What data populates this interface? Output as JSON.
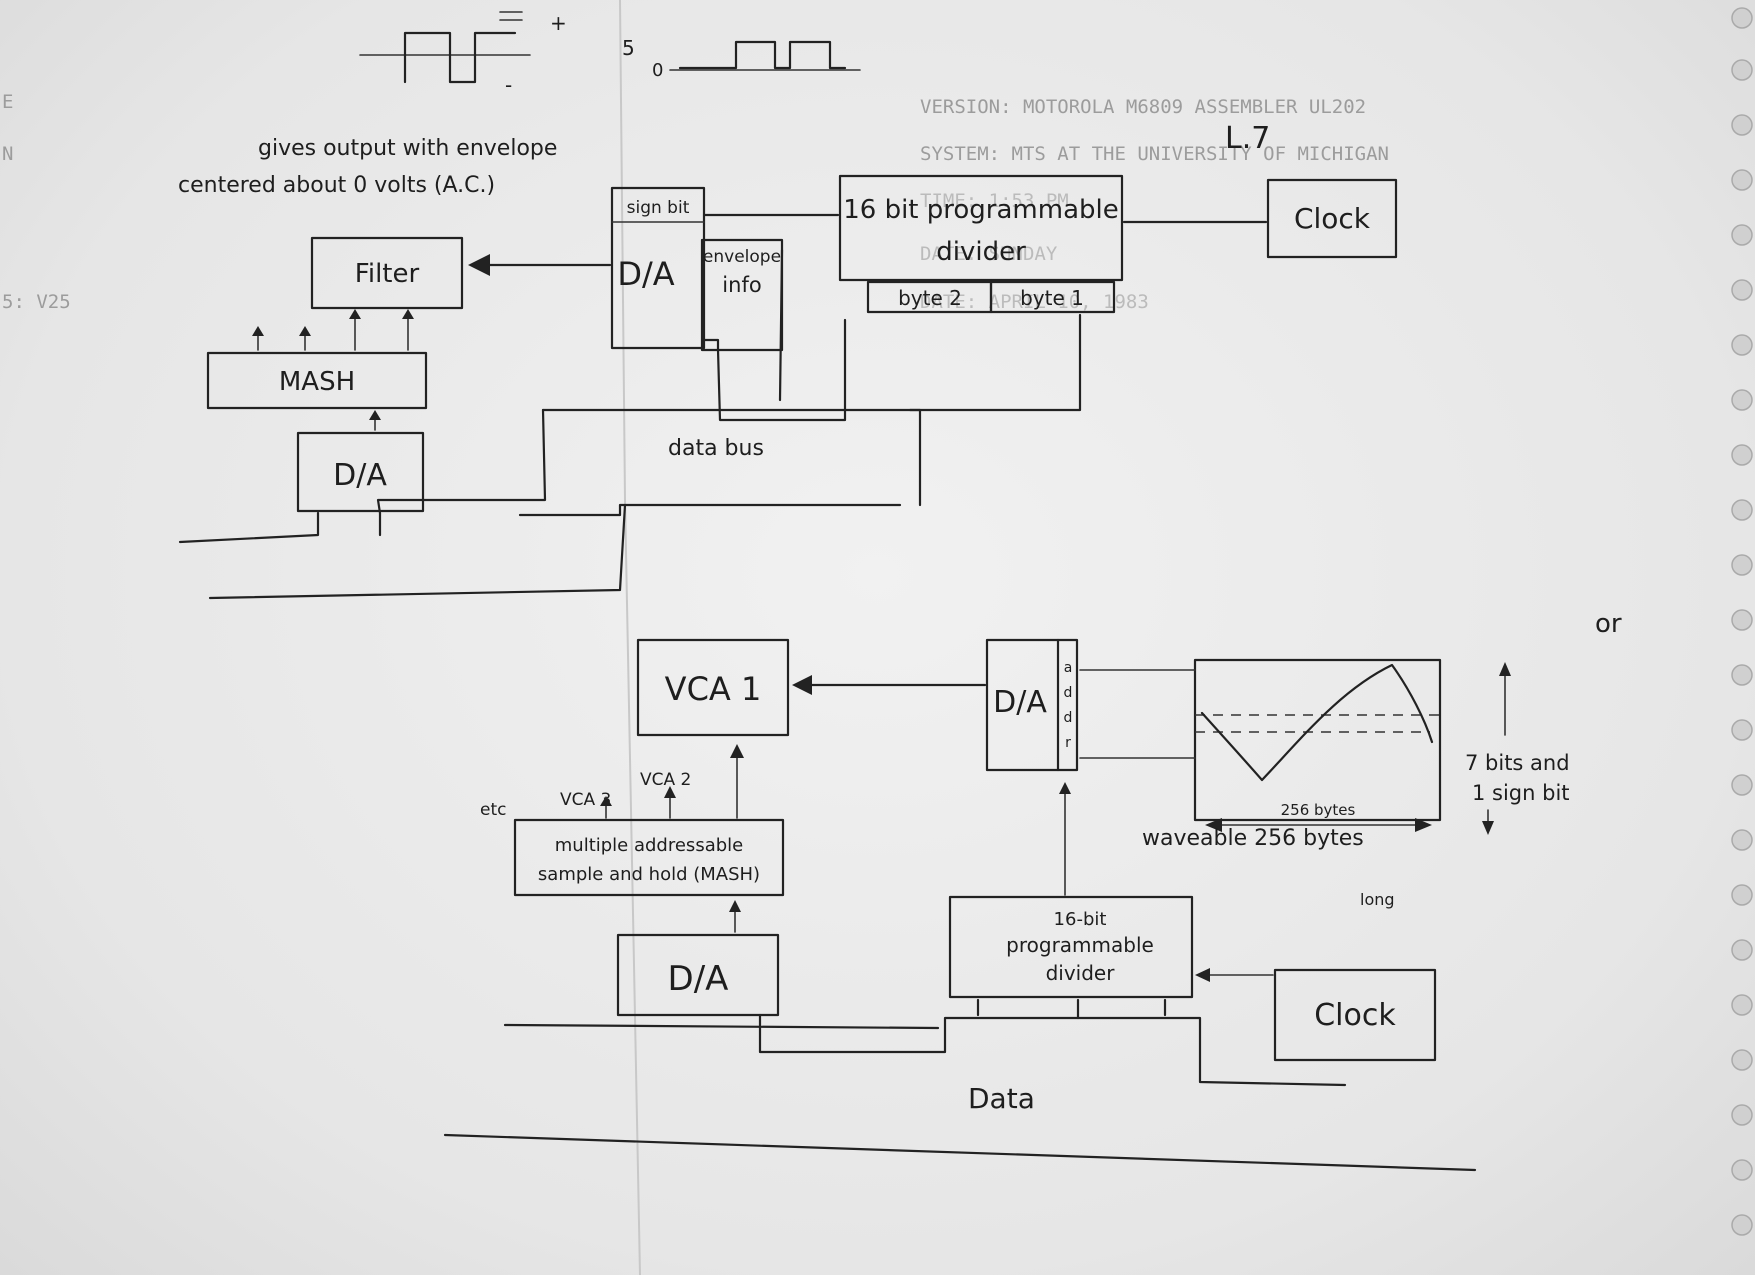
{
  "ghost_printout": {
    "lines": [
      "VERSION: MOTOROLA M6809 ASSEMBLER UL202",
      "SYSTEM:  MTS AT THE UNIVERSITY OF MICHIGAN",
      "TIME:    1:53 PM",
      "DATE:    SUNDAY",
      "DATE:    APRIL 10, 1983"
    ],
    "left_fragments": [
      "E",
      "N",
      "5: V25"
    ]
  },
  "top_section": {
    "scope_marks": [
      "+",
      "-",
      "5",
      "0"
    ],
    "page_number": "L.7",
    "output_note": [
      "gives output with envelope",
      "centered about 0 volts (A.C.)"
    ],
    "filter": "Filter",
    "mash": "MASH",
    "da_left": "D/A",
    "da_main": "D/A",
    "sign_bit": "sign bit",
    "envelope_info": [
      "envelope",
      "info"
    ],
    "divider": [
      "16 bit programmable",
      "divider"
    ],
    "byte1": "byte 1",
    "byte2": "byte 2",
    "clock": "Clock",
    "data_bus": "data bus"
  },
  "bottom_section": {
    "or": "or",
    "vca": "VCA 1",
    "vca_list": [
      "VCA 2",
      "VCA 3",
      "etc"
    ],
    "mash": [
      "multiple addressable",
      "sample and hold (MASH)"
    ],
    "da_lower": "D/A",
    "da_right": "D/A",
    "address_bits": [
      "a",
      "d",
      "d",
      "r"
    ],
    "bytes_label": "256 bytes",
    "waveform_caption": [
      "waveable 256 bytes",
      "long"
    ],
    "bits_note": [
      "7 bits and",
      "1 sign bit"
    ],
    "divider": [
      "16-bit",
      "programmable",
      "divider"
    ],
    "clock": "Clock",
    "data": "Data"
  }
}
